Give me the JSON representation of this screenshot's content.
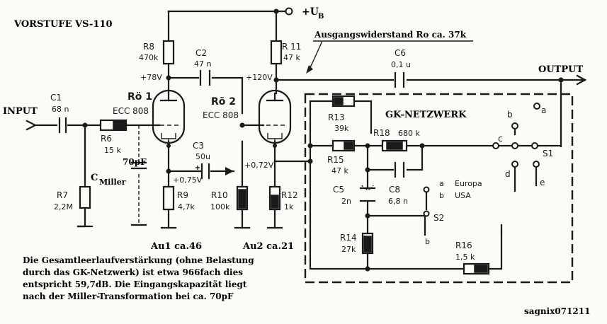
{
  "title": "VORSTUFE VS-110",
  "supply_label": "+U",
  "supply_sub": "B",
  "output_resistance_note": "Ausgangswiderstand Ro ca. 37k",
  "input_label": "INPUT",
  "output_label": "OUTPUT",
  "network_label": "GK-NETZWERK",
  "cmiller_value": "70pF",
  "cmiller_c": "C",
  "cmiller_sub": "Miller",
  "gain1": "Au1 ca.46",
  "gain2": "Au2 ca.21",
  "signature": "sagnix071211",
  "description_lines": [
    "Die Gesamtleerlaufverstärkung (ohne Belastung",
    "durch das GK-Netzwerk) ist etwa 966fach dies",
    "entspricht 59,7dB. Die Eingangskapazität liegt",
    "nach der Miller-Transformation bei ca. 70pF"
  ],
  "tubes": [
    {
      "name": "Rö 1",
      "type": "ECC 808"
    },
    {
      "name": "Rö 2",
      "type": "ECC 808"
    }
  ],
  "components": {
    "r8": {
      "name": "R8",
      "value": "470k"
    },
    "r11": {
      "name": "R 11",
      "value": "47 k"
    },
    "c2": {
      "name": "C2",
      "value": "47 n"
    },
    "c6": {
      "name": "C6",
      "value": "0,1 u"
    },
    "c1": {
      "name": "C1",
      "value": "68 n"
    },
    "r6": {
      "name": "R6",
      "value": "15 k"
    },
    "r7": {
      "name": "R7",
      "value": "2,2M"
    },
    "c3": {
      "name": "C3",
      "value": "50u"
    },
    "r9": {
      "name": "R9",
      "value": "4,7k"
    },
    "r10": {
      "name": "R10",
      "value": "100k"
    },
    "r12": {
      "name": "R12",
      "value": "1k"
    },
    "r13": {
      "name": "R13",
      "value": "39k"
    },
    "r18": {
      "name": "R18",
      "value": "680 k"
    },
    "r15": {
      "name": "R15",
      "value": "47 k"
    },
    "c5": {
      "name": "C5",
      "value": "2n"
    },
    "c8": {
      "name": "C8",
      "value": "6,8 n"
    },
    "r14": {
      "name": "R14",
      "value": "27k"
    },
    "r16": {
      "name": "R16",
      "value": "1,5 k"
    }
  },
  "voltages": {
    "a1": "+78V",
    "a2": "+120V",
    "k1": "+0,75V",
    "k2": "+0,72V"
  },
  "switches": {
    "s1": {
      "name": "S1",
      "contacts": [
        "a",
        "b",
        "c",
        "d",
        "e"
      ]
    },
    "s2": {
      "name": "S2",
      "contacts": [
        "a",
        "b"
      ],
      "legend_a": "Europa",
      "legend_b": "USA"
    }
  }
}
